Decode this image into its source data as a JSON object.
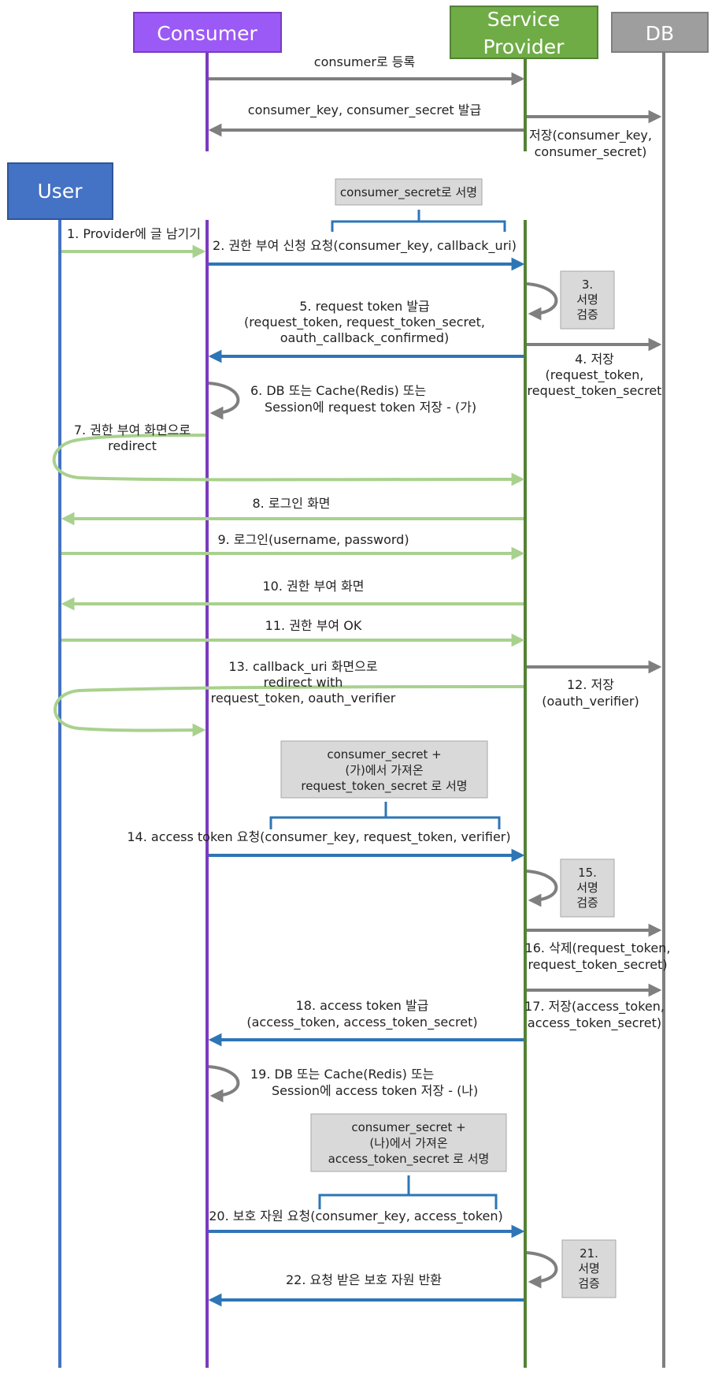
{
  "colors": {
    "consumer": "#7a3bbf",
    "consumer_box": "#9b59f5",
    "provider": "#548235",
    "provider_box": "#6fac46",
    "db": "#7f7f7f",
    "db_box": "#9e9e9e",
    "user": "#4472c4",
    "user_box": "#4472c4",
    "arrow_gray": "#7f7f7f",
    "arrow_blue": "#2e75b6",
    "arrow_green": "#a9d18e",
    "note_fill": "#d9d9d9"
  },
  "actors": {
    "consumer": "Consumer",
    "provider_line1": "Service",
    "provider_line2": "Provider",
    "db": "DB",
    "user": "User"
  },
  "messages": {
    "reg": "consumer로 등록",
    "issue_keys": "consumer_key, consumer_secret 발급",
    "store_keys_1": "저장(consumer_key,",
    "store_keys_2": "consumer_secret)",
    "s1": "1. Provider에 글 남기기",
    "s2": "2. 권한 부여 신청 요청(consumer_key, callback_uri)",
    "s3_1": "3.",
    "s3_2": "서명",
    "s3_3": "검증",
    "s4_1": "4. 저장",
    "s4_2": "(request_token,",
    "s4_3": "request_token_secret",
    "s5_1": "5. request token 발급",
    "s5_2": "(request_token, request_token_secret,",
    "s5_3": "oauth_callback_confirmed)",
    "s6_1": "6. DB 또는 Cache(Redis) 또는",
    "s6_2": "Session에 request token 저장 - (가)",
    "s7_1": "7. 권한 부여 화면으로",
    "s7_2": "redirect",
    "s8": "8. 로그인 화면",
    "s9": "9. 로그인(username, password)",
    "s10": "10. 권한 부여 화면",
    "s11": "11. 권한 부여 OK",
    "s12_1": "12. 저장",
    "s12_2": "(oauth_verifier)",
    "s13_1": "13. callback_uri 화면으로",
    "s13_2": "redirect with",
    "s13_3": "request_token, oauth_verifier",
    "s14": "14. access token 요청(consumer_key, request_token, verifier)",
    "s15_1": "15.",
    "s15_2": "서명",
    "s15_3": "검증",
    "s16_1": "16. 삭제(request_token,",
    "s16_2": "request_token_secret)",
    "s17_1": "17. 저장(access_token,",
    "s17_2": "access_token_secret)",
    "s18_1": "18. access token 발급",
    "s18_2": "(access_token, access_token_secret)",
    "s19_1": "19. DB 또는 Cache(Redis) 또는",
    "s19_2": "Session에 access token 저장 - (나)",
    "s20": "20. 보호 자원 요청(consumer_key, access_token)",
    "s21_1": "21.",
    "s21_2": "서명",
    "s21_3": "검증",
    "s22": "22. 요청 받은 보호 자원 반환"
  },
  "notes": {
    "n1": "consumer_secret로 서명",
    "n2_1": "consumer_secret +",
    "n2_2": "(가)에서 가져온",
    "n2_3": "request_token_secret 로 서명",
    "n3_1": "consumer_secret +",
    "n3_2": "(나)에서 가져온",
    "n3_3": "access_token_secret 로 서명"
  }
}
